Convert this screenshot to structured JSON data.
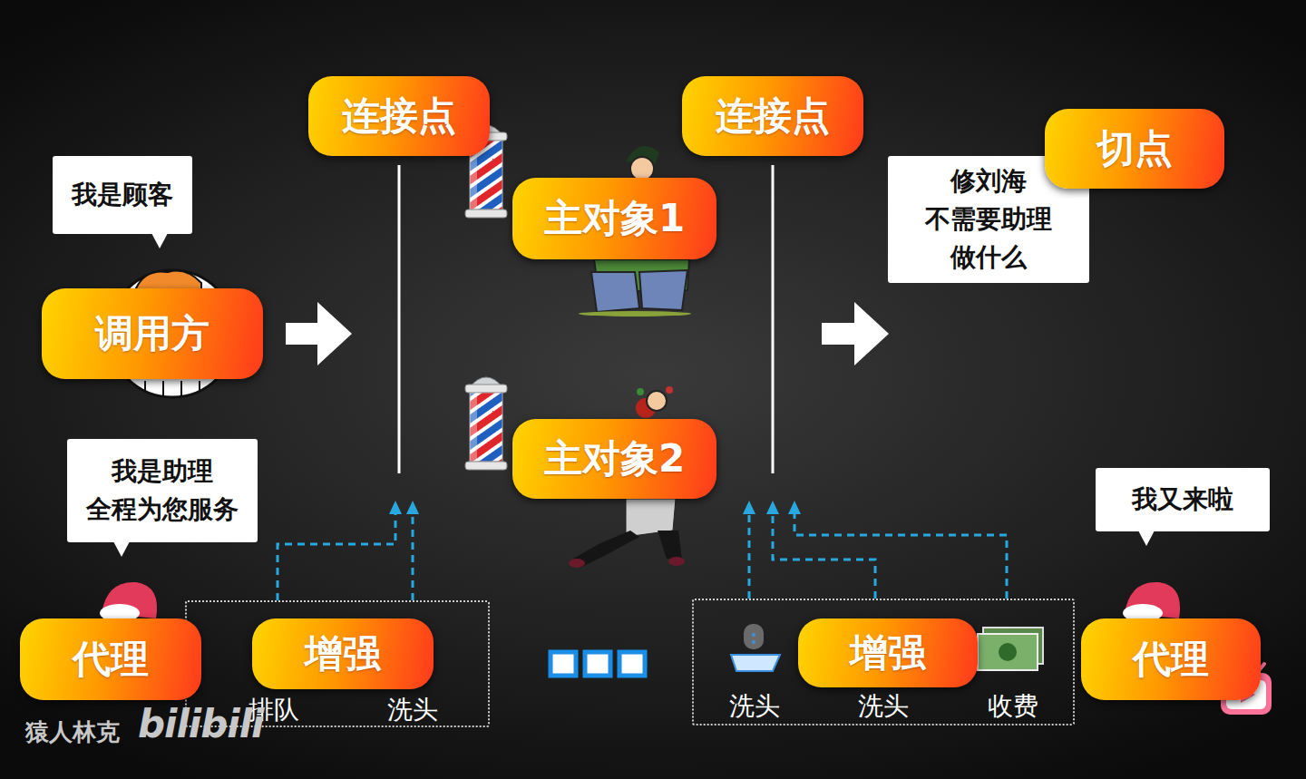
{
  "diagram": {
    "nodes": [
      {
        "text": [
          "连接点"
        ]
      },
      {
        "text": [
          "连接点"
        ]
      },
      {
        "text": [
          "切点"
        ]
      },
      {
        "text": [
          "我是顾客"
        ]
      },
      {
        "text": [
          "修刘海 不需要助理 做什么"
        ]
      },
      {
        "text": [
          "主对象1"
        ]
      },
      {
        "text": [
          "调用方"
        ]
      },
      {
        "text": [
          "主对象2"
        ]
      },
      {
        "text": [
          "我是助理 全程为您服务"
        ]
      },
      {
        "text": [
          "我又来啦"
        ]
      },
      {
        "text": [
          "代理"
        ]
      },
      {
        "text": [
          "排队",
          "洗头"
        ]
      },
      {
        "text": [
          "增强"
        ],
        "in": 11
      },
      {
        "text": [
          "洗头",
          "洗头",
          "收费"
        ]
      },
      {
        "text": [
          "增强"
        ],
        "in": 13
      },
      {
        "text": [
          "代理"
        ]
      }
    ],
    "edges": [
      {
        "from": 11,
        "to": 0,
        "arrow": "to"
      },
      {
        "from": 13,
        "to": 1,
        "arrow": "to"
      }
    ],
    "labels": [
      "猿人林克",
      "bilibili"
    ]
  }
}
